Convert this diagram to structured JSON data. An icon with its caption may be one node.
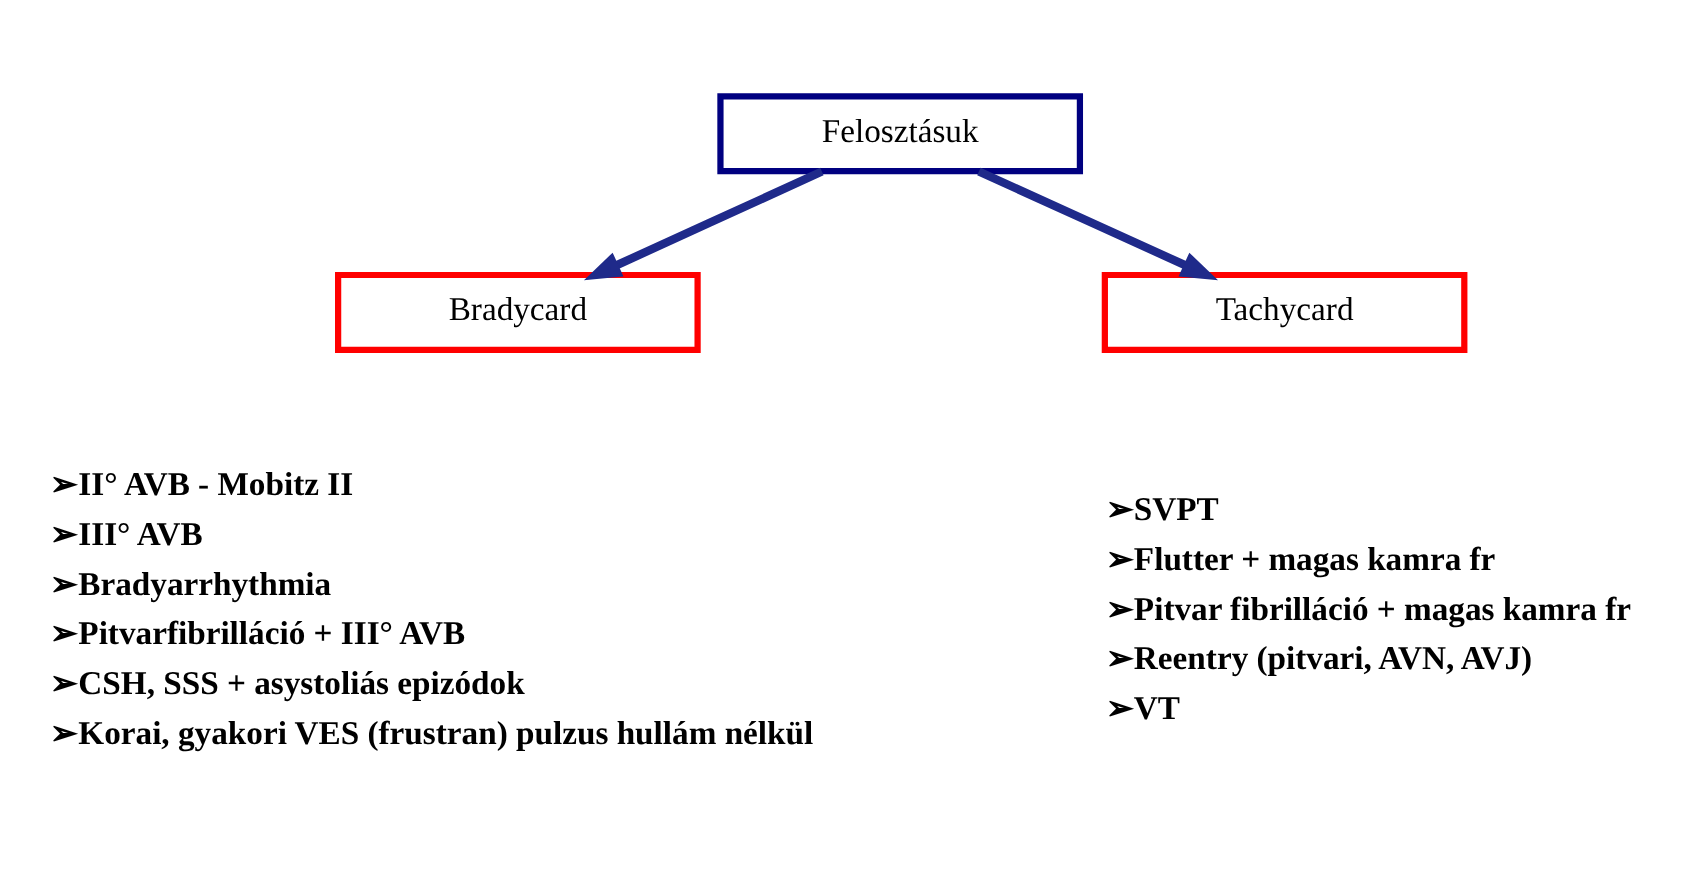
{
  "diagram": {
    "nodes": [
      {
        "text": [
          "Felosztásuk"
        ]
      },
      {
        "text": [
          "Bradycard"
        ]
      },
      {
        "text": [
          "Tachycard"
        ]
      }
    ],
    "edges": [
      {
        "from": 0,
        "to": 1,
        "arrow": "to"
      },
      {
        "from": 0,
        "to": 2,
        "arrow": "to"
      }
    ],
    "labels": [
      "➢II° AVB - Mobitz II",
      "➢SVPT",
      "➢III° AVB",
      "➢Flutter + magas kamra fr",
      "➢Bradyarrhythmia",
      "➢Pitvar fibrilláció + magas kamra fr",
      "➢Pitvarfibrilláció + III° AVB",
      "➢Reentry (pitvari, AVN, AVJ)",
      "➢CSH, SSS + asystoliás epizódok",
      "➢VT",
      "➢Korai, gyakori VES (frustran) pulzus hullám nélkül"
    ]
  }
}
